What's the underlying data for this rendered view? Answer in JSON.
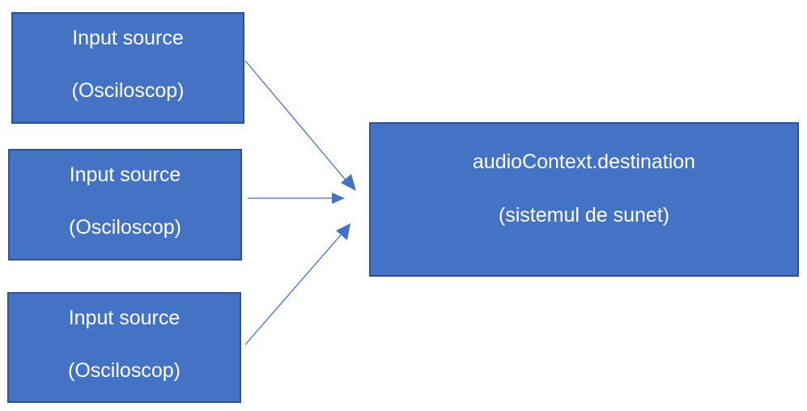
{
  "colors": {
    "box_fill": "#4472C4",
    "box_border": "#2F528F",
    "box_text": "#FFFFFF",
    "arrow": "#4472C4"
  },
  "sources": [
    {
      "title": "Input source",
      "subtitle": "(Osciloscop)"
    },
    {
      "title": "Input source",
      "subtitle": "(Osciloscop)"
    },
    {
      "title": "Input source",
      "subtitle": "(Osciloscop)"
    }
  ],
  "destination": {
    "title": "audioContext.destination",
    "subtitle": "(sistemul de sunet)"
  }
}
